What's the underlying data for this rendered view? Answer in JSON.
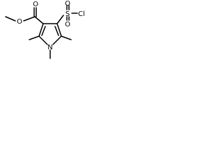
{
  "molecule": {
    "label_ring_n": "N",
    "label_ester_o_carbonyl": "O",
    "label_ester_o_ether": "O",
    "label_sulfonyl_s": "S",
    "label_sulfonyl_o_top": "O",
    "label_sulfonyl_o_bottom": "O",
    "label_chlorine": "Cl"
  },
  "colors": {
    "bond": "#000000",
    "text": "#000000",
    "background": "#ffffff"
  }
}
